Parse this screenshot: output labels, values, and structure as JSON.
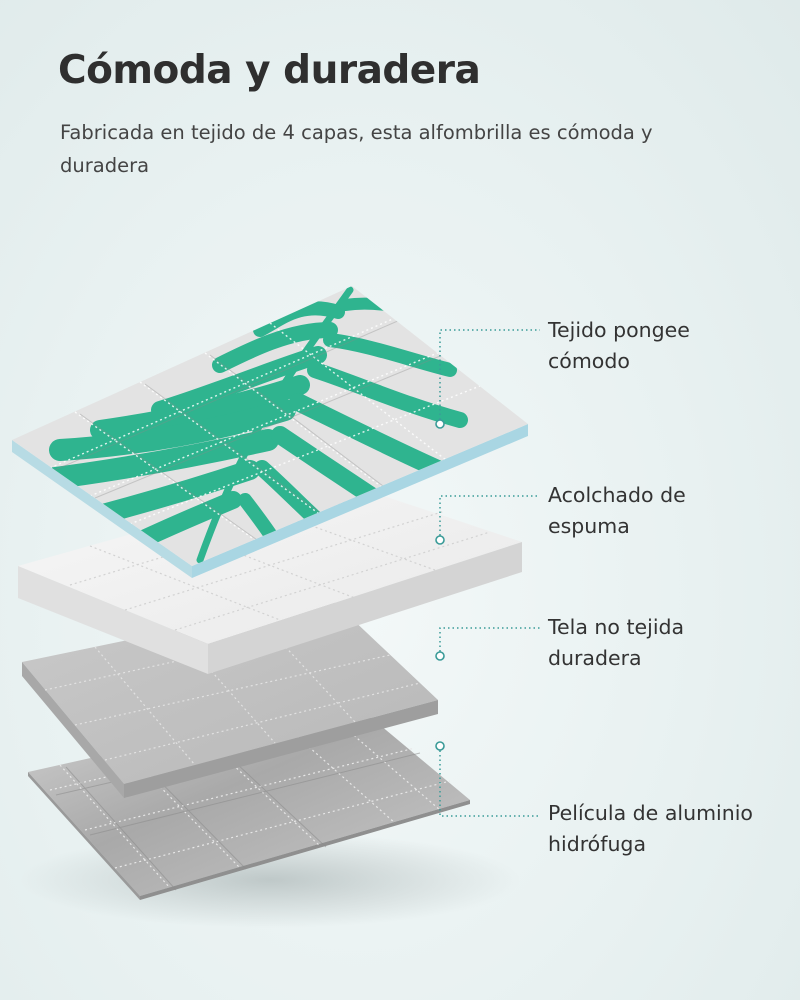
{
  "header": {
    "title": "Cómoda y duradera",
    "subtitle": "Fabricada en tejido de 4 capas, esta alfombrilla es cómoda y duradera"
  },
  "layers": [
    {
      "line1": "Tejido pongee",
      "line2": "cómodo"
    },
    {
      "line1": "Acolchado de",
      "line2": "espuma"
    },
    {
      "line1": "Tela no tejida",
      "line2": "duradera"
    },
    {
      "line1": "Película de aluminio",
      "line2": "hidrófuga"
    }
  ],
  "colors": {
    "accent": "#3a9b98",
    "leaf": "#2fb48f",
    "pongee": "#e4e4e4",
    "foam": "#f3f3f3",
    "nonwoven": "#c7c7c7",
    "aluminium": "#b9b9b9"
  }
}
